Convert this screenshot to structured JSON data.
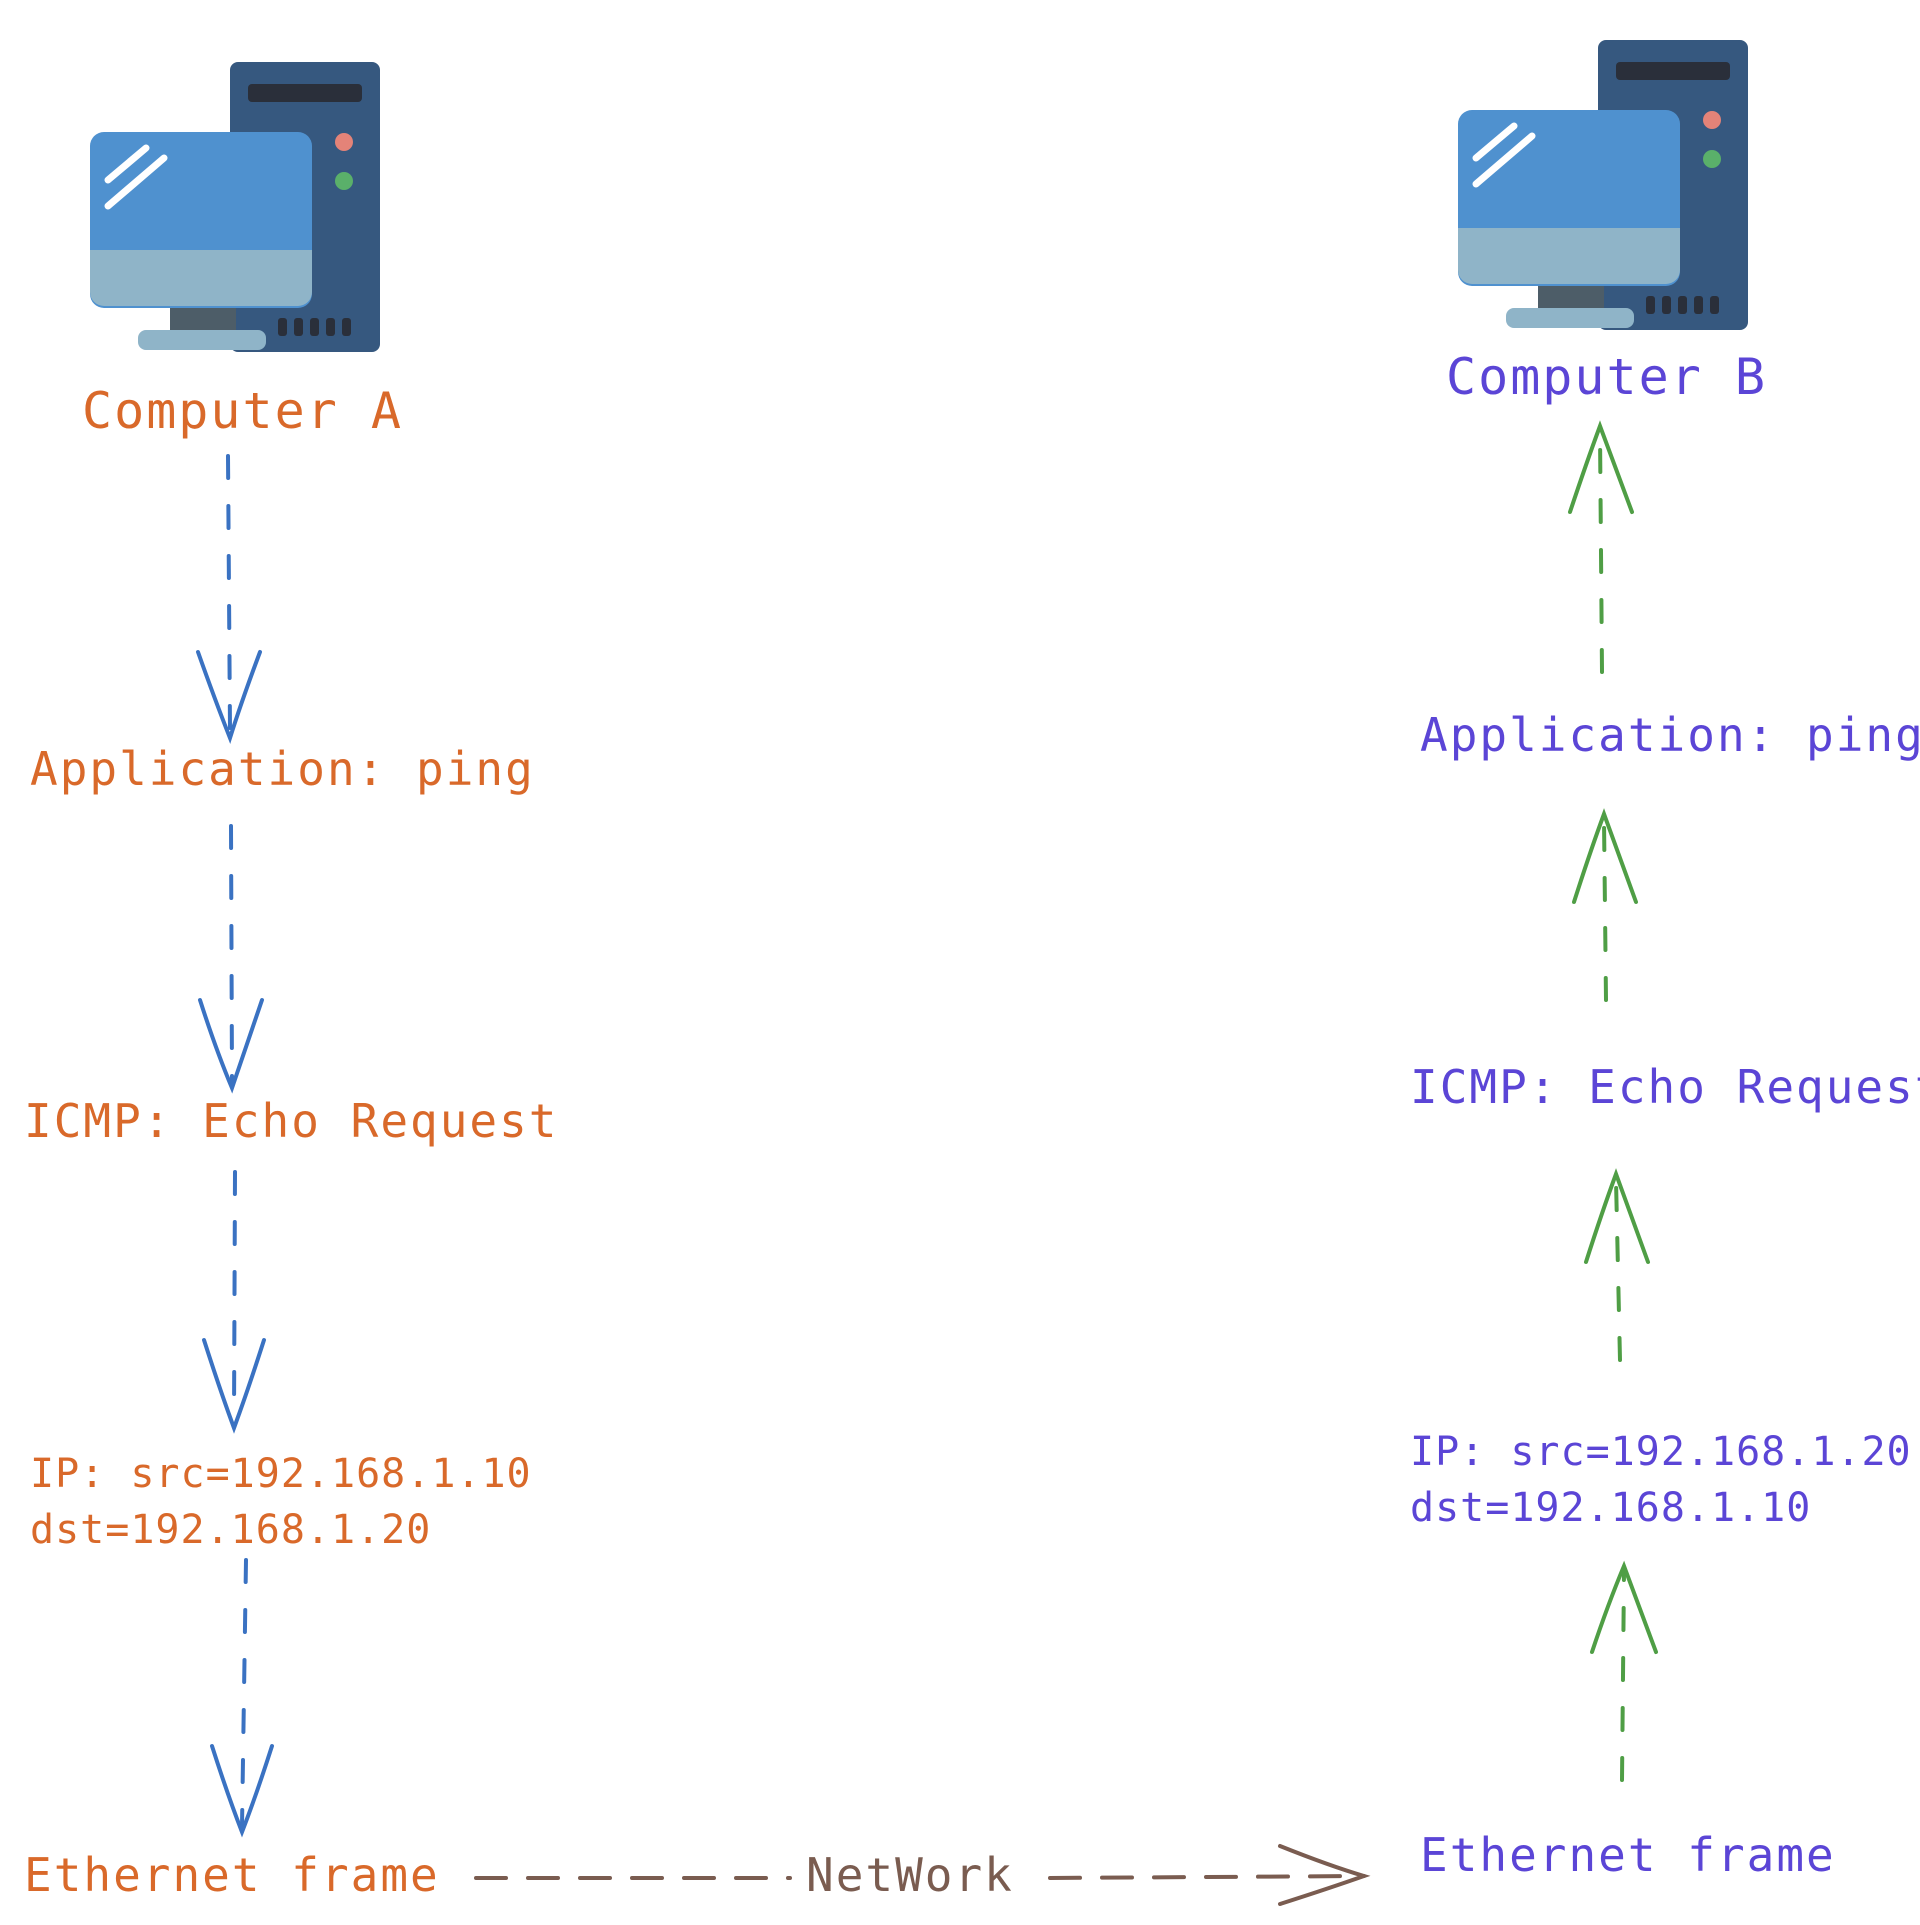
{
  "colors": {
    "sender": "#d9692a",
    "receiver": "#5b45d6",
    "sendArrow": "#3a72c2",
    "receiveArrow": "#4f9e45",
    "network": "#7a5c50",
    "monitor": "#4f91cf",
    "monitorBase": "#8fb4c8",
    "tower": "#36587f",
    "led_red": "#e48378",
    "led_green": "#5ab06a"
  },
  "computer_a": {
    "icon": "desktop-computer-icon",
    "title": "Computer A",
    "layers": {
      "application": "Application: ping",
      "icmp": "ICMP: Echo Request",
      "ip_line1": "IP: src=192.168.1.10",
      "ip_line2": "dst=192.168.1.20",
      "ethernet": "Ethernet frame"
    }
  },
  "computer_b": {
    "icon": "desktop-computer-icon",
    "title": "Computer B",
    "layers": {
      "application": "Application: ping",
      "icmp": "ICMP: Echo Request",
      "ip_line1": "IP: src=192.168.1.20",
      "ip_line2": "dst=192.168.1.10",
      "ethernet": "Ethernet frame"
    }
  },
  "network": {
    "label": "NetWork"
  }
}
